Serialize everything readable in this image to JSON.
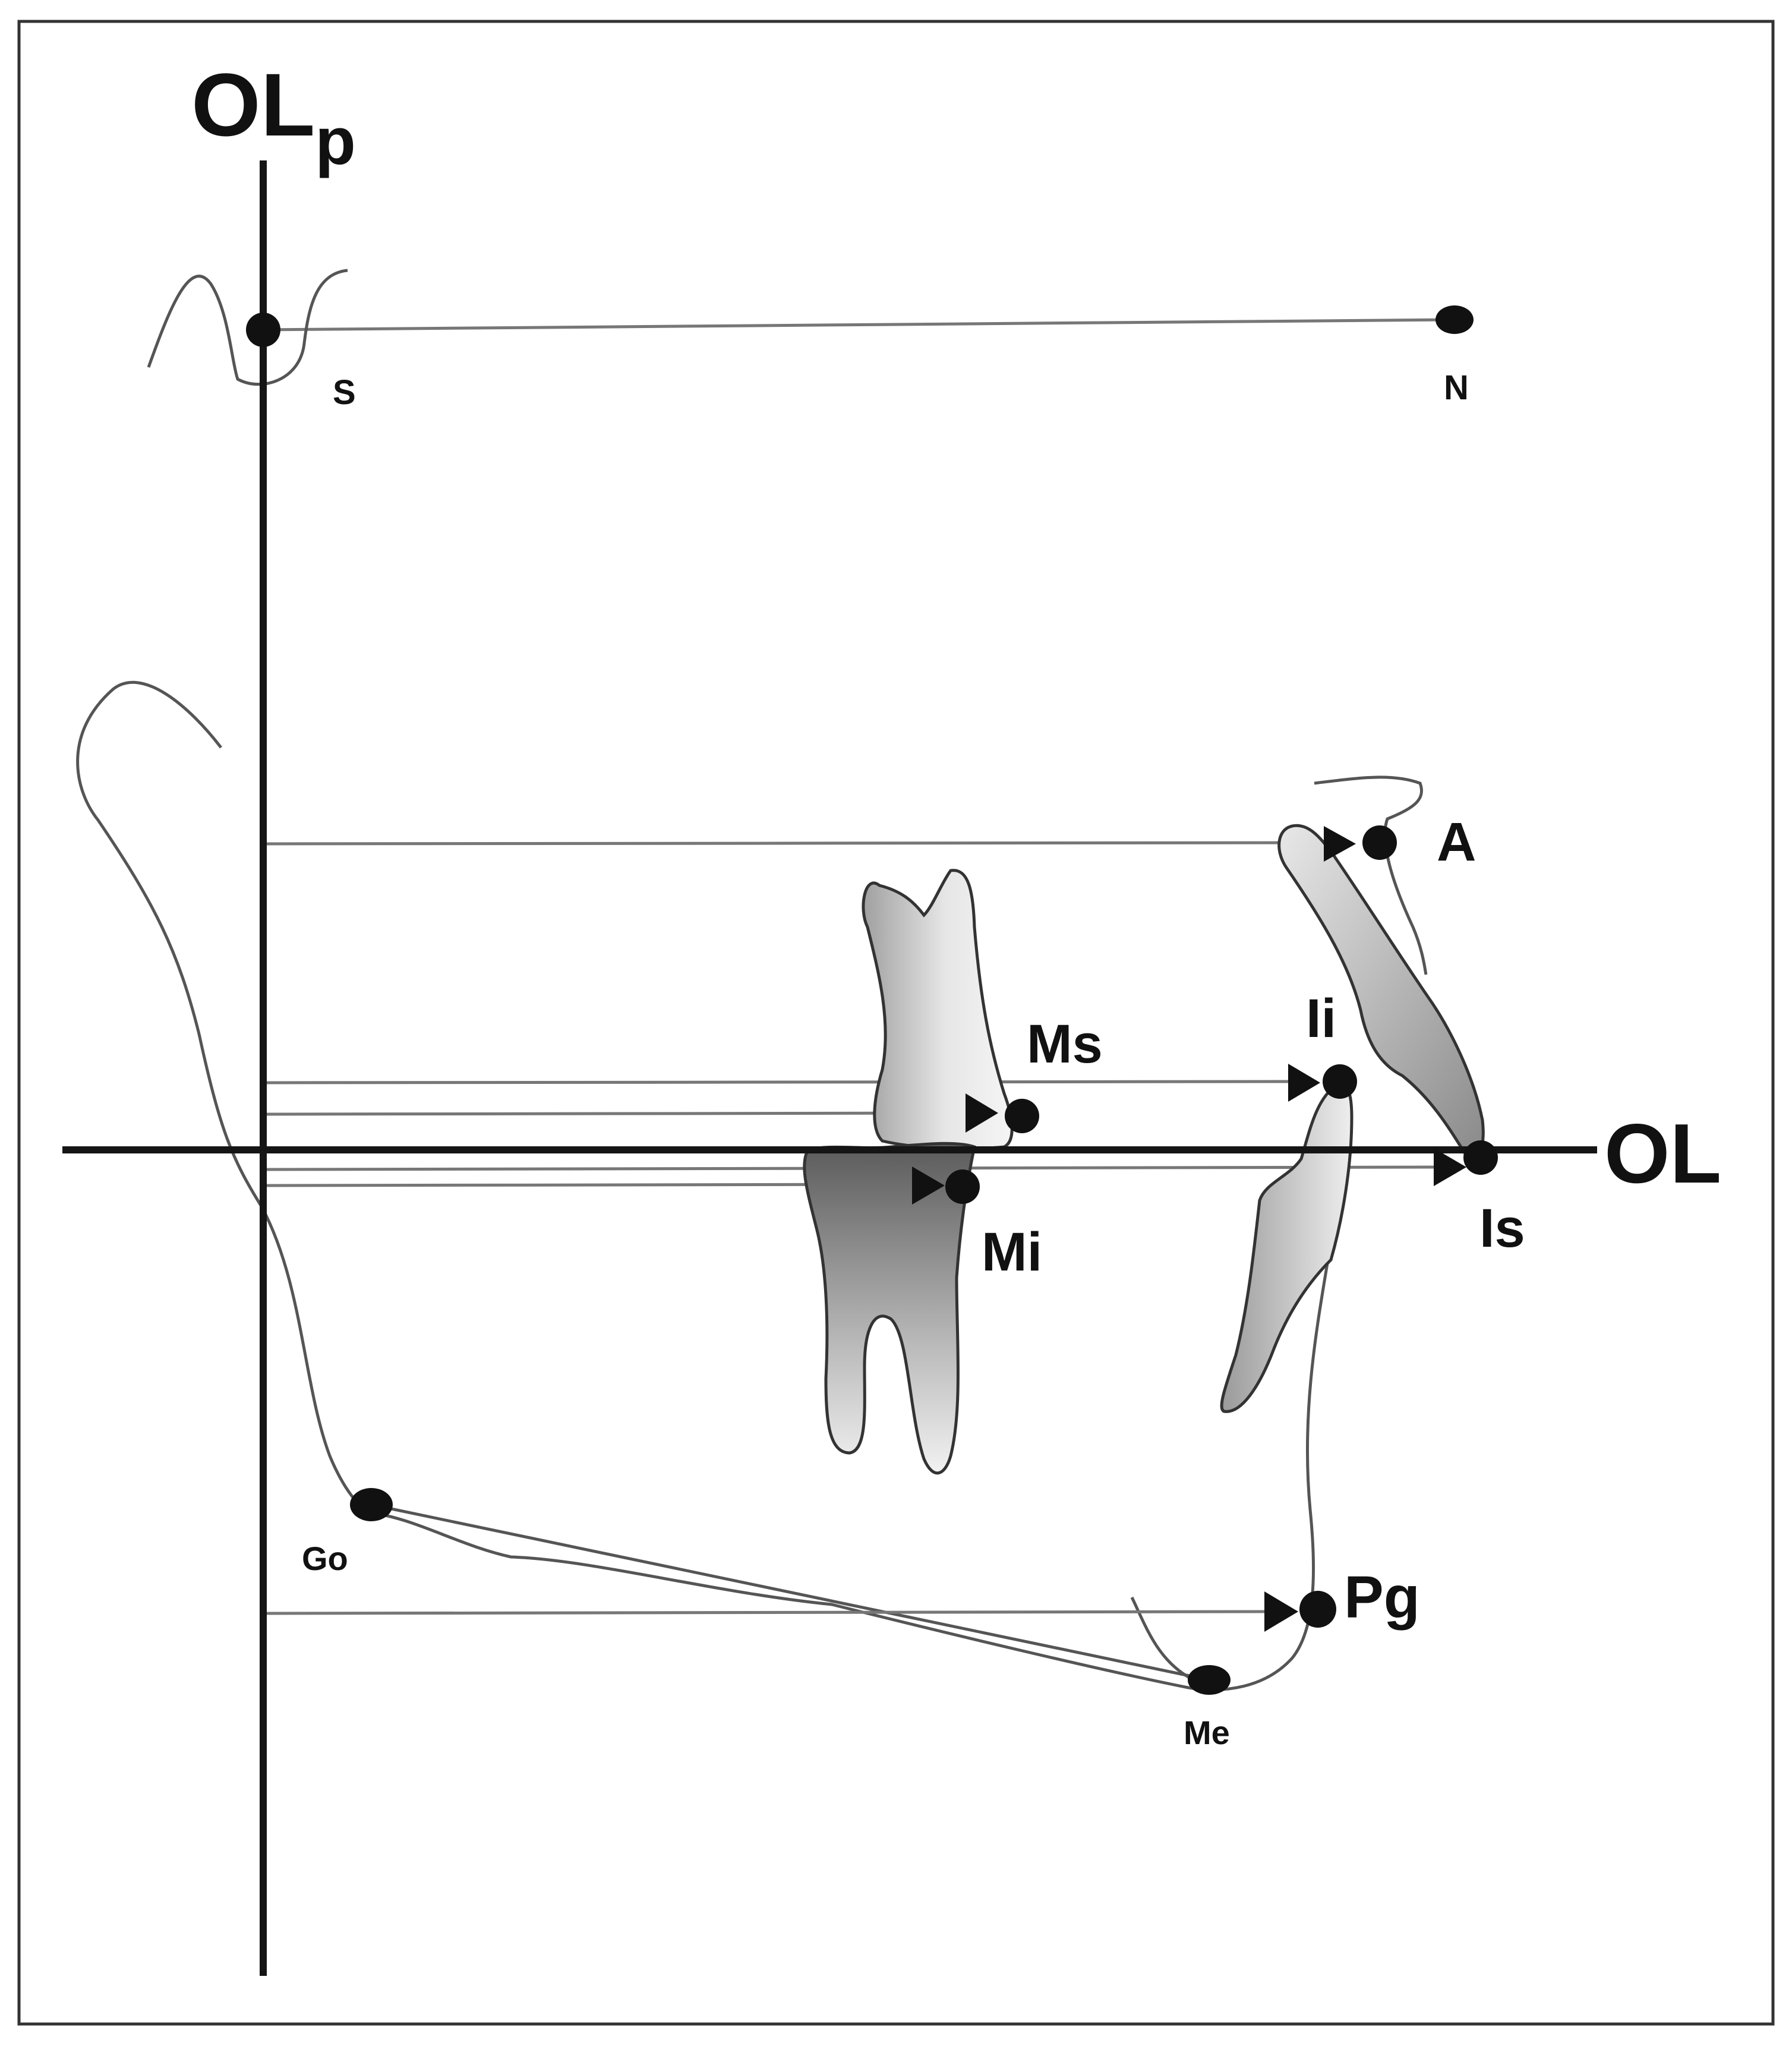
{
  "axes": {
    "vertical": {
      "main": "OL",
      "subscript": "p"
    },
    "horizontal": "OL"
  },
  "points": {
    "S": "S",
    "N": "N",
    "A": "A",
    "Ms": "Ms",
    "Ii": "Ii",
    "Mi": "Mi",
    "Is": "Is",
    "Go": "Go",
    "Pg": "Pg",
    "Me": "Me"
  },
  "colors": {
    "axis": "#151515",
    "reference_lines": "#777777",
    "tooth_gradient_light": "#f2f2f2",
    "tooth_gradient_dark": "#8a8a8a",
    "frame": "#333333"
  }
}
